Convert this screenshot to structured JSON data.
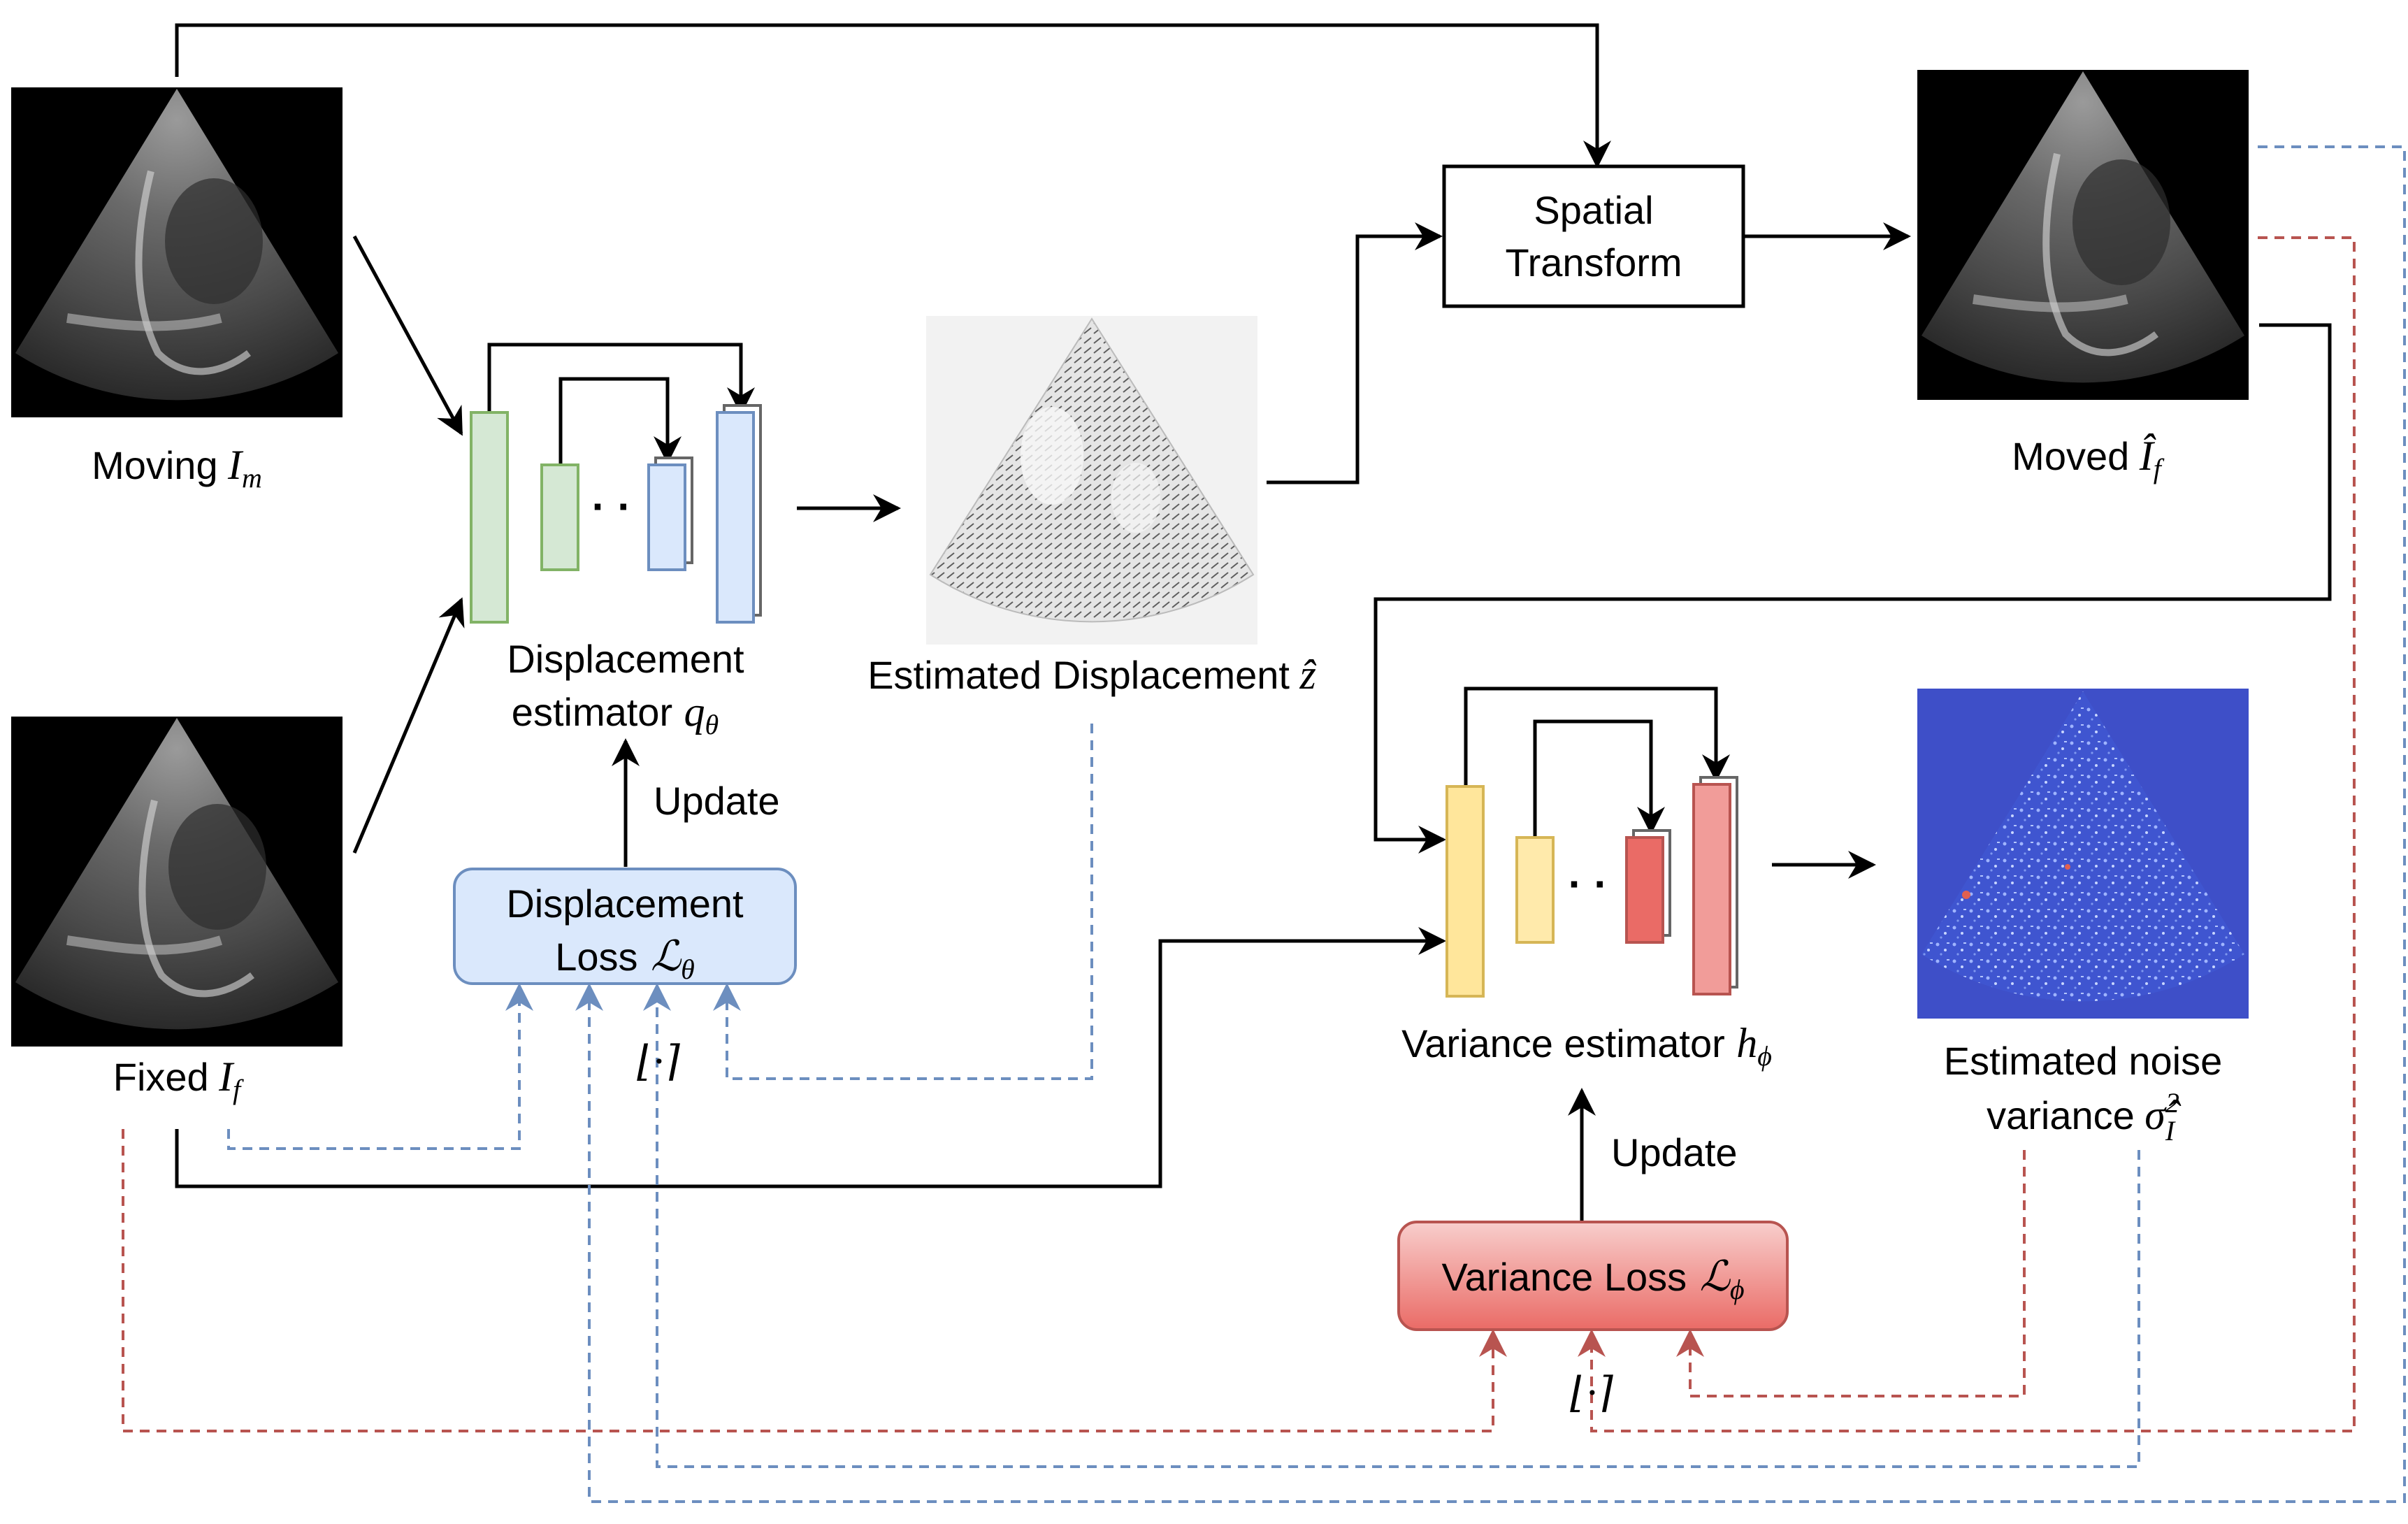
{
  "colors": {
    "arrow": "#000000",
    "blue_dash": "#6c8ebf",
    "red_dash": "#b85450",
    "green_fill": "#d5e8d4",
    "green_stroke": "#82b366",
    "blue_fill": "#dae8fc",
    "blue_stroke": "#6c8ebf",
    "yellow_fill": "#fff2cc",
    "yellow_stroke": "#d6b656",
    "red_fill": "#f8cecc",
    "red_stroke": "#b85450",
    "noise_bg": "#3e4fc8"
  },
  "images": {
    "moving": {
      "label": "Moving",
      "symbol": "I",
      "subscript": "m"
    },
    "fixed": {
      "label": "Fixed",
      "symbol": "I",
      "subscript": "f"
    },
    "moved": {
      "label": "Moved",
      "symbol": "Î",
      "subscript": "f"
    },
    "displacement": {
      "label": "Estimated Displacement",
      "symbol": "ẑ"
    },
    "noise": {
      "label_line1": "Estimated noise",
      "label_line2": "variance",
      "symbol": "σ̂",
      "subscript": "I",
      "superscript": "2"
    }
  },
  "blocks": {
    "spatial_transform": {
      "line1": "Spatial",
      "line2": "Transform"
    },
    "displacement_estimator": {
      "line1": "Displacement",
      "line2": "estimator",
      "symbol": "q",
      "subscript": "θ"
    },
    "variance_estimator": {
      "label": "Variance estimator",
      "symbol": "h",
      "subscript": "ϕ"
    },
    "displacement_loss": {
      "line1": "Displacement",
      "line2": "Loss",
      "symbol": "ℒ",
      "subscript": "θ"
    },
    "variance_loss": {
      "label": "Variance Loss",
      "symbol": "ℒ",
      "subscript": "ϕ"
    }
  },
  "update_label": "Update",
  "ellipsis": "· ·",
  "floor_op": "⌊·⌉"
}
